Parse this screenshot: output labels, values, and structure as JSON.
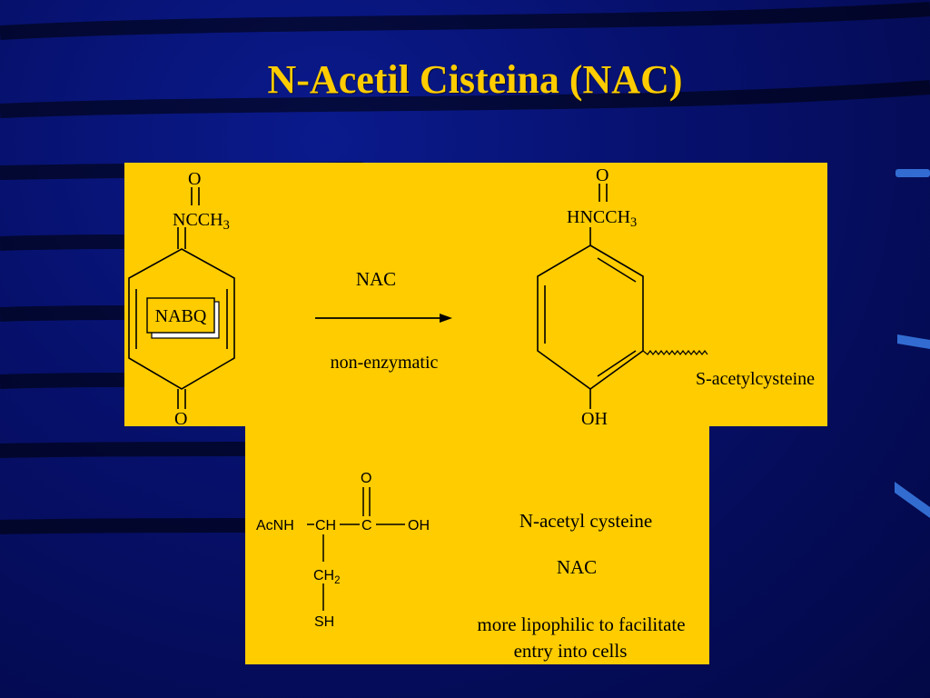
{
  "slide": {
    "title": "N-Acetil Cisteina (NAC)"
  },
  "reaction": {
    "nabq_label": "NABQ",
    "reactant_top_o": "O",
    "reactant_top_group": "NCCH3",
    "reactant_bottom_o": "O",
    "arrow_reagent": "NAC",
    "arrow_condition": "non-enzymatic",
    "product_top_o": "O",
    "product_top_group": "HNCCH3",
    "product_bottom_group": "OH",
    "product_substituent": "S-acetylcysteine"
  },
  "nac_structure": {
    "carbonyl_o": "O",
    "acnh": "AcNH",
    "ch": "CH",
    "c": "C",
    "oh": "OH",
    "ch2": "CH2",
    "sh": "SH"
  },
  "captions": {
    "name": "N-acetyl cysteine",
    "abbr": "NAC",
    "note_line1": "more lipophilic to facilitate",
    "note_line2": "entry into cells"
  },
  "colors": {
    "background": "#06106a",
    "title": "#ffcc00",
    "panel": "#ffcc00"
  }
}
